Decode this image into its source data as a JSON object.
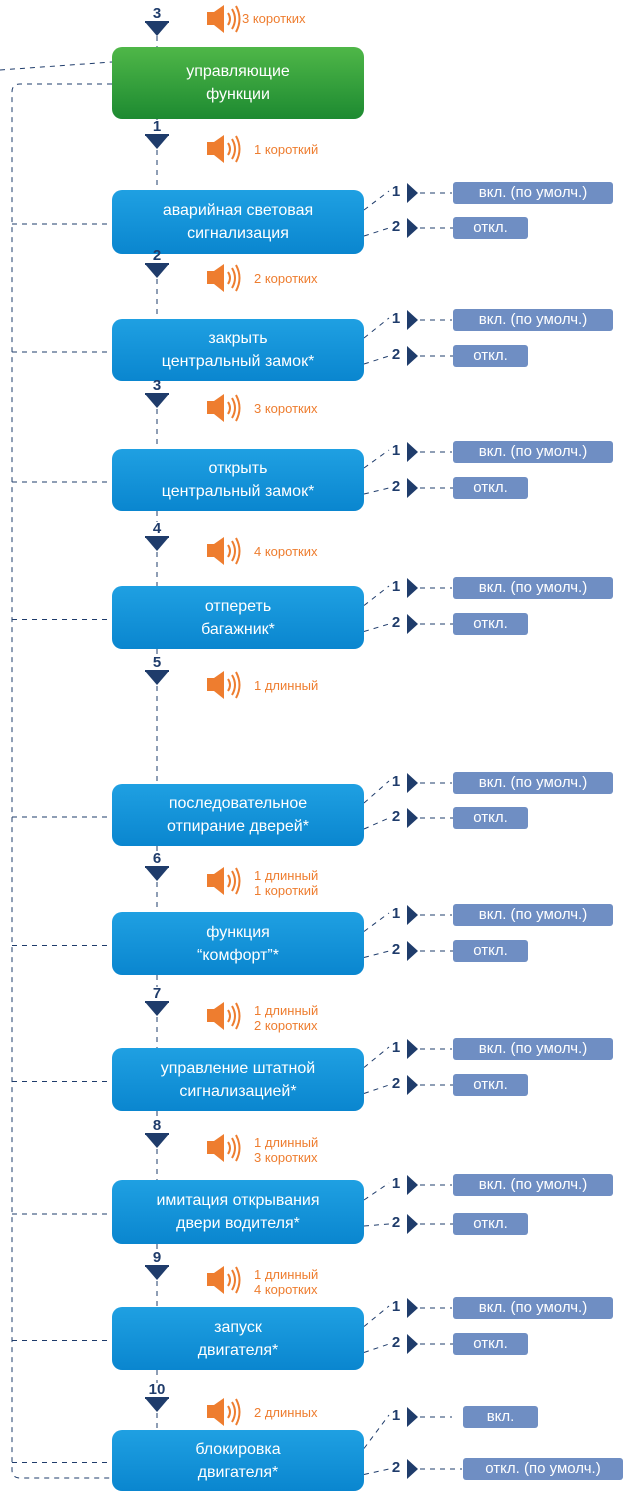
{
  "colors": {
    "node_blue": "#0a86cf",
    "node_green": "#1d8a31",
    "option_bg": "#6f8ec3",
    "dark_navy": "#1f3c6b",
    "beep_orange": "#ee7d2f",
    "dash": "#1f3c6b"
  },
  "entry": {
    "number": "3",
    "beep": [
      "3 коротких"
    ]
  },
  "root": {
    "lines": [
      "управляющие",
      "функции"
    ]
  },
  "functions": [
    {
      "number": "1",
      "beep": [
        "1 короткий"
      ],
      "lines": [
        "аварийная световая",
        "сигнализация"
      ],
      "options": [
        {
          "n": "1",
          "label": "вкл. (по умолч.)"
        },
        {
          "n": "2",
          "label": "откл."
        }
      ]
    },
    {
      "number": "2",
      "beep": [
        "2 коротких"
      ],
      "lines": [
        "закрыть",
        "центральный замок*"
      ],
      "options": [
        {
          "n": "1",
          "label": "вкл. (по умолч.)"
        },
        {
          "n": "2",
          "label": "откл."
        }
      ]
    },
    {
      "number": "3",
      "beep": [
        "3 коротких"
      ],
      "lines": [
        "открыть",
        "центральный замок*"
      ],
      "options": [
        {
          "n": "1",
          "label": "вкл. (по умолч.)"
        },
        {
          "n": "2",
          "label": "откл."
        }
      ]
    },
    {
      "number": "4",
      "beep": [
        "4 коротких"
      ],
      "lines": [
        "отпереть",
        "багажник*"
      ],
      "options": [
        {
          "n": "1",
          "label": "вкл. (по умолч.)"
        },
        {
          "n": "2",
          "label": "откл."
        }
      ]
    },
    {
      "number": "5",
      "beep": [
        "1 длинный"
      ],
      "lines": [
        "последовательное",
        "отпирание дверей*"
      ],
      "options": [
        {
          "n": "1",
          "label": "вкл. (по умолч.)"
        },
        {
          "n": "2",
          "label": "откл."
        }
      ]
    },
    {
      "number": "6",
      "beep": [
        "1 длинный",
        "1 короткий"
      ],
      "lines": [
        "функция",
        "“комфорт”*"
      ],
      "options": [
        {
          "n": "1",
          "label": "вкл. (по умолч.)"
        },
        {
          "n": "2",
          "label": "откл."
        }
      ]
    },
    {
      "number": "7",
      "beep": [
        "1 длинный",
        "2 коротких"
      ],
      "lines": [
        "управление штатной",
        "сигнализацией*"
      ],
      "options": [
        {
          "n": "1",
          "label": "вкл. (по умолч.)"
        },
        {
          "n": "2",
          "label": "откл."
        }
      ]
    },
    {
      "number": "8",
      "beep": [
        "1 длинный",
        "3 коротких"
      ],
      "lines": [
        "имитация открывания",
        "двери водителя*"
      ],
      "options": [
        {
          "n": "1",
          "label": "вкл. (по умолч.)"
        },
        {
          "n": "2",
          "label": "откл."
        }
      ]
    },
    {
      "number": "9",
      "beep": [
        "1 длинный",
        "4 коротких"
      ],
      "lines": [
        "запуск",
        "двигателя*"
      ],
      "options": [
        {
          "n": "1",
          "label": "вкл. (по умолч.)"
        },
        {
          "n": "2",
          "label": "откл."
        }
      ]
    },
    {
      "number": "10",
      "beep": [
        "2 длинных"
      ],
      "lines": [
        "блокировка",
        "двигателя*"
      ],
      "options": [
        {
          "n": "1",
          "label": "вкл."
        },
        {
          "n": "2",
          "label": "откл. (по умолч.)"
        }
      ]
    }
  ]
}
